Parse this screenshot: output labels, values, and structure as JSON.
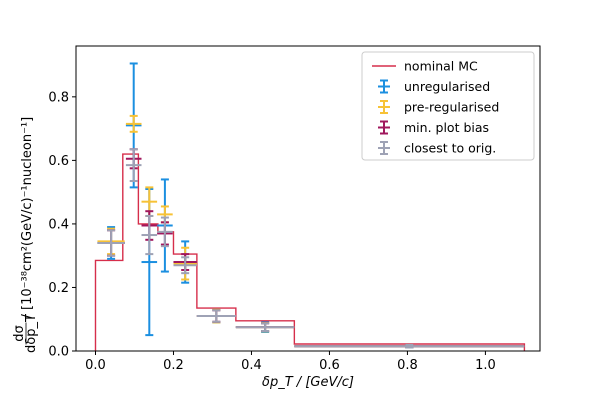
{
  "chart_data": {
    "type": "line",
    "xlabel": "δp_T / [GeV/c]",
    "ylabel_main": " / [10⁻³⁸cm²(GeV/c)⁻¹nucleon⁻¹]",
    "ylabel_frac_num": "dσ",
    "ylabel_frac_den": "dδp_T",
    "xlim": [
      -0.05,
      1.14
    ],
    "ylim": [
      0,
      0.96
    ],
    "xticks": [
      0.0,
      0.2,
      0.4,
      0.6,
      0.8,
      1.0
    ],
    "xtick_labels": [
      "0.0",
      "0.2",
      "0.4",
      "0.6",
      "0.8",
      "1.0"
    ],
    "yticks": [
      0.0,
      0.2,
      0.4,
      0.6,
      0.8
    ],
    "ytick_labels": [
      "0.0",
      "0.2",
      "0.4",
      "0.6",
      "0.8"
    ],
    "legend_position": "top-right",
    "nominal": {
      "name": "nominal MC",
      "color": "#d62e4b",
      "edges": [
        0.0,
        0.07,
        0.11,
        0.16,
        0.2,
        0.26,
        0.36,
        0.51,
        1.1
      ],
      "values": [
        0.285,
        0.62,
        0.4,
        0.375,
        0.305,
        0.135,
        0.095,
        0.022
      ]
    },
    "series": [
      {
        "name": "unregularised",
        "color": "#1b8fe0",
        "x": [
          0.04,
          0.098,
          0.138,
          0.178,
          0.23,
          0.31,
          0.435,
          0.805
        ],
        "xerr": [
          0.035,
          0.02,
          0.02,
          0.02,
          0.03,
          0.05,
          0.075,
          0.295
        ],
        "y": [
          0.34,
          0.71,
          0.28,
          0.395,
          0.28,
          0.11,
          0.075,
          0.015
        ],
        "yerr": [
          0.05,
          0.195,
          0.23,
          0.145,
          0.065,
          0.02,
          0.015,
          0.004
        ]
      },
      {
        "name": "pre-regularised",
        "color": "#f7c236",
        "x": [
          0.04,
          0.098,
          0.138,
          0.178,
          0.23,
          0.31,
          0.435,
          0.805
        ],
        "xerr": [
          0.035,
          0.02,
          0.02,
          0.02,
          0.03,
          0.05,
          0.075,
          0.295
        ],
        "y": [
          0.345,
          0.715,
          0.47,
          0.43,
          0.275,
          0.11,
          0.075,
          0.015
        ],
        "yerr": [
          0.04,
          0.025,
          0.045,
          0.025,
          0.05,
          0.02,
          0.013,
          0.004
        ]
      },
      {
        "name": "min. plot bias",
        "color": "#a0175d",
        "x": [
          0.04,
          0.098,
          0.138,
          0.178,
          0.23,
          0.31,
          0.435,
          0.805
        ],
        "xerr": [
          0.035,
          0.02,
          0.02,
          0.02,
          0.03,
          0.05,
          0.075,
          0.295
        ],
        "y": [
          0.34,
          0.605,
          0.395,
          0.37,
          0.28,
          0.11,
          0.075,
          0.015
        ],
        "yerr": [
          0.04,
          0.03,
          0.045,
          0.035,
          0.025,
          0.018,
          0.012,
          0.004
        ]
      },
      {
        "name": "closest to orig.",
        "color": "#9ea2b5",
        "x": [
          0.04,
          0.098,
          0.138,
          0.178,
          0.23,
          0.31,
          0.435,
          0.805
        ],
        "xerr": [
          0.035,
          0.02,
          0.02,
          0.02,
          0.03,
          0.05,
          0.075,
          0.295
        ],
        "y": [
          0.34,
          0.585,
          0.365,
          0.375,
          0.27,
          0.11,
          0.075,
          0.015
        ],
        "yerr": [
          0.04,
          0.05,
          0.06,
          0.045,
          0.025,
          0.018,
          0.012,
          0.004
        ]
      }
    ]
  }
}
